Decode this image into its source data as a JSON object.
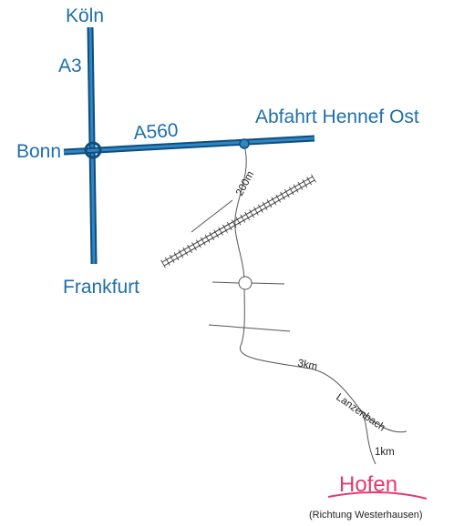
{
  "labels": {
    "koeln": "Köln",
    "a3": "A3",
    "bonn": "Bonn",
    "a560": "A560",
    "abfahrt": "Abfahrt Hennef Ost",
    "frankfurt": "Frankfurt",
    "dist_200m": "200m",
    "dist_3km": "3km",
    "lanzenbach": "Lanzenbach",
    "dist_1km": "1km",
    "hofen": "Hofen",
    "richtung": "(Richtung Westerhausen)"
  },
  "colors": {
    "highway": "#1f6fa8",
    "highway_outline": "#0e4d7e",
    "road": "#555555",
    "rail": "#333333",
    "destination": "#e23a6e"
  }
}
